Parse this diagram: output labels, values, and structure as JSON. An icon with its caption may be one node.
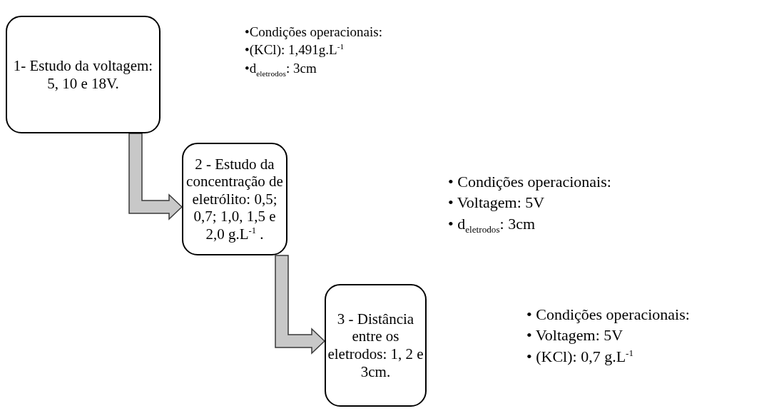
{
  "diagram": {
    "nodes": [
      {
        "text": [
          "1- Estudo da voltagem: 5, 10 e 18V."
        ],
        "beside": [
          "•Condições operacionais:",
          "•(KCl): 1,491g.L$^{-1}$",
          "•d$_{eletrodos}$: 3cm"
        ]
      },
      {
        "text": [
          "2 - Estudo da concentração de eletrólito: 0,5; 0,7; 1,0, 1,5 e 2,0 g.L$^{-1}$ ."
        ],
        "beside": [
          "• Condições operacionais:",
          "• Voltagem: 5V",
          "• d$_{eletrodos}$: 3cm"
        ]
      },
      {
        "text": [
          "3 - Distância entre os eletrodos: 1, 2 e 3cm."
        ],
        "beside": [
          "• Condições operacionais:",
          "• Voltagem: 5V",
          "• (KCl): 0,7 g.L$^{-1}$"
        ]
      }
    ],
    "edges": [
      {
        "from": 0,
        "to": 1,
        "arrow": "to"
      },
      {
        "from": 1,
        "to": 2,
        "arrow": "to"
      }
    ]
  }
}
